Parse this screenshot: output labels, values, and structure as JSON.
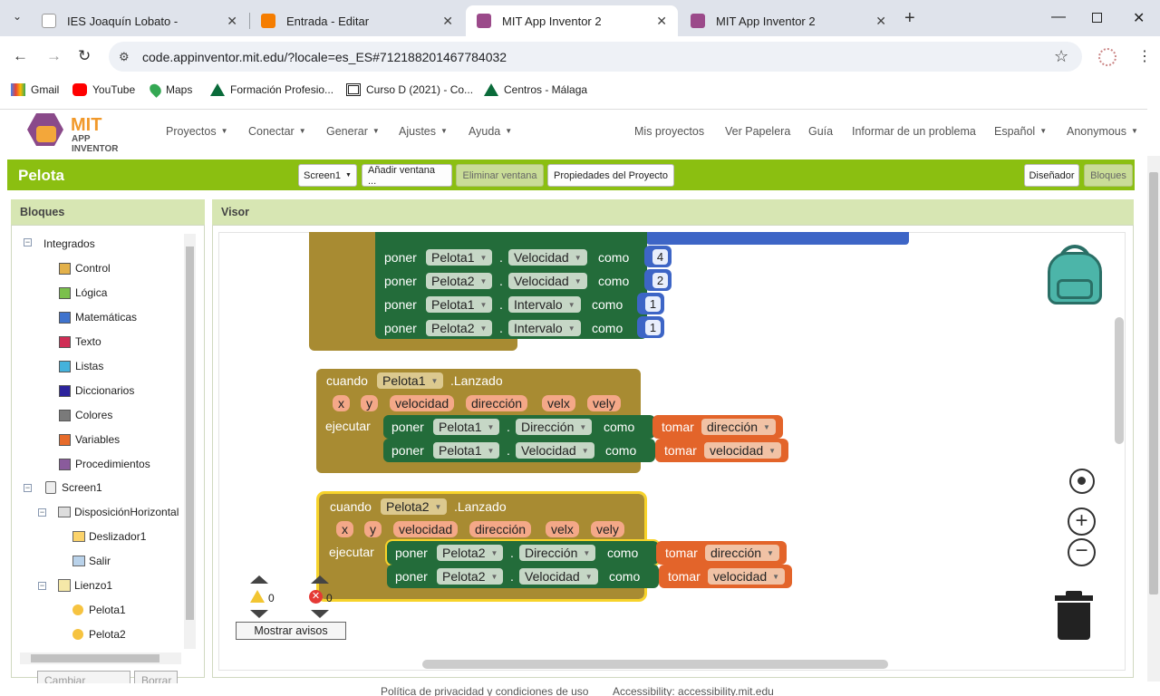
{
  "browser": {
    "tabs": [
      {
        "title": "IES Joaquín Lobato -",
        "close": "✕"
      },
      {
        "title": "Entrada - Editar",
        "close": "✕"
      },
      {
        "title": "MIT App Inventor 2",
        "close": "✕"
      },
      {
        "title": "MIT App Inventor 2",
        "close": "✕"
      }
    ],
    "new_tab": "+",
    "url": "code.appinventor.mit.edu/?locale=es_ES#712188201467784032",
    "bookmarks": [
      "Gmail",
      "YouTube",
      "Maps",
      "Formación Profesio...",
      "Curso D (2021) - Co...",
      "Centros - Málaga"
    ]
  },
  "app": {
    "logo_mit": "MIT",
    "logo_sub": "APP INVENTOR",
    "menu_left": [
      "Proyectos",
      "Conectar",
      "Generar",
      "Ajustes",
      "Ayuda"
    ],
    "menu_right": [
      "Mis proyectos",
      "Ver Papelera",
      "Guía",
      "Informar de un problema"
    ],
    "language": "Español",
    "user": "Anonymous",
    "project": "Pelota",
    "toolbar": {
      "screen": "Screen1",
      "add_screen": "Añadir ventana ...",
      "remove_screen": "Eliminar ventana",
      "project_props": "Propiedades del Proyecto",
      "designer": "Diseñador",
      "blocks": "Bloques"
    },
    "blocks_panel": {
      "title": "Bloques",
      "builtin": "Integrados",
      "categories": [
        {
          "label": "Control",
          "color": "#e3b14a"
        },
        {
          "label": "Lógica",
          "color": "#7bc04c"
        },
        {
          "label": "Matemáticas",
          "color": "#3f73cd"
        },
        {
          "label": "Texto",
          "color": "#cf2d55"
        },
        {
          "label": "Listas",
          "color": "#44b2dc"
        },
        {
          "label": "Diccionarios",
          "color": "#2c239c"
        },
        {
          "label": "Colores",
          "color": "#7a7a7a"
        },
        {
          "label": "Variables",
          "color": "#e76b2a"
        },
        {
          "label": "Procedimientos",
          "color": "#8a5b9c"
        }
      ],
      "components": [
        "Screen1",
        "DisposiciónHorizontal",
        "Deslizador1",
        "Salir",
        "Lienzo1",
        "Pelota1",
        "Pelota2"
      ],
      "bottom_buttons": [
        "Cambiar nombre",
        "Borrar"
      ]
    },
    "viewer": {
      "title": "Visor",
      "warnings_count": "0",
      "errors_count": "0",
      "show_warnings": "Mostrar avisos"
    },
    "blocks": {
      "set_rows": [
        {
          "kw": "poner",
          "comp": "Pelota1",
          "prop": "Velocidad",
          "como": "como",
          "val": "4"
        },
        {
          "kw": "poner",
          "comp": "Pelota2",
          "prop": "Velocidad",
          "como": "como",
          "val": "2"
        },
        {
          "kw": "poner",
          "comp": "Pelota1",
          "prop": "Intervalo",
          "como": "como",
          "val": "1"
        },
        {
          "kw": "poner",
          "comp": "Pelota2",
          "prop": "Intervalo",
          "como": "como",
          "val": "1"
        }
      ],
      "event1": {
        "when": "cuando",
        "comp": "Pelota1",
        "event": ".Lanzado",
        "params": [
          "x",
          "y",
          "velocidad",
          "dirección",
          "velx",
          "vely"
        ],
        "do": "ejecutar",
        "rows": [
          {
            "kw": "poner",
            "comp": "Pelota1",
            "prop": "Dirección",
            "como": "como",
            "get": "tomar",
            "arg": "dirección"
          },
          {
            "kw": "poner",
            "comp": "Pelota1",
            "prop": "Velocidad",
            "como": "como",
            "get": "tomar",
            "arg": "velocidad"
          }
        ]
      },
      "event2": {
        "when": "cuando",
        "comp": "Pelota2",
        "event": ".Lanzado",
        "params": [
          "x",
          "y",
          "velocidad",
          "dirección",
          "velx",
          "vely"
        ],
        "do": "ejecutar",
        "rows": [
          {
            "kw": "poner",
            "comp": "Pelota2",
            "prop": "Dirección",
            "como": "como",
            "get": "tomar",
            "arg": "dirección"
          },
          {
            "kw": "poner",
            "comp": "Pelota2",
            "prop": "Velocidad",
            "como": "como",
            "get": "tomar",
            "arg": "velocidad"
          }
        ]
      }
    },
    "footer": {
      "privacy": "Política de privacidad y condiciones de uso",
      "accessibility": "Accessibility: accessibility.mit.edu"
    }
  }
}
